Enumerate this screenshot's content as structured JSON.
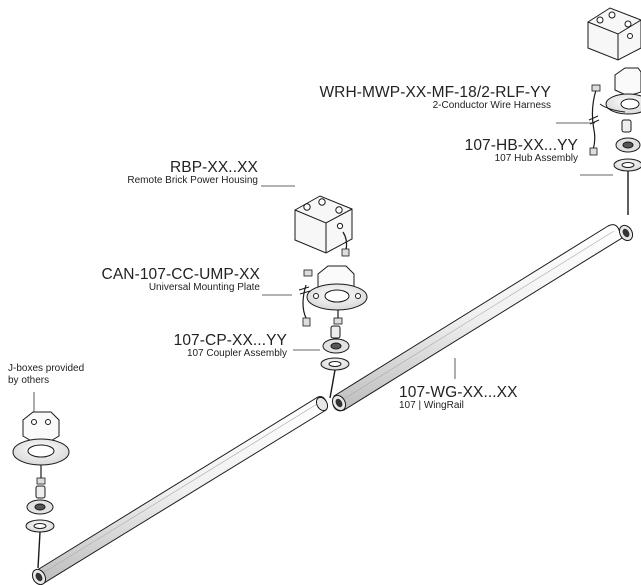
{
  "labels": {
    "wrh": {
      "code": "WRH-MWP-XX-MF-18/2-RLF-YY",
      "desc": "2-Conductor Wire Harness"
    },
    "hb": {
      "code": "107-HB-XX...YY",
      "desc": "107 Hub Assembly"
    },
    "rbp": {
      "code": "RBP-XX..XX",
      "desc": "Remote Brick Power Housing"
    },
    "can": {
      "code": "CAN-107-CC-UMP-XX",
      "desc": "Universal Mounting Plate"
    },
    "cp": {
      "code": "107-CP-XX...YY",
      "desc": "107 Coupler Assembly"
    },
    "wg": {
      "code": "107-WG-XX...XX",
      "desc": "107 | WingRail"
    },
    "jbox": {
      "line1": "J-boxes provided",
      "line2": "by others"
    }
  },
  "colors": {
    "line": "#1a1a1a",
    "rail_light": "#f4f4f4",
    "rail_shadow": "#c9c9c9",
    "text": "#222222"
  }
}
